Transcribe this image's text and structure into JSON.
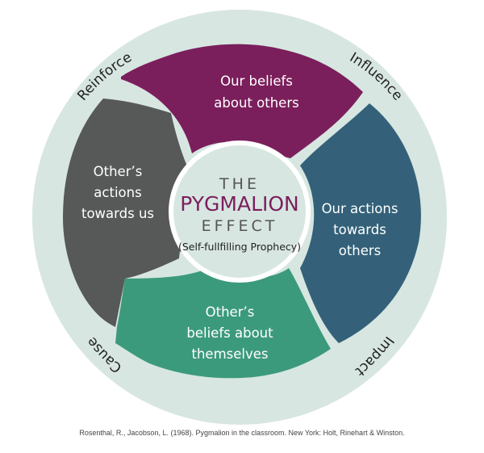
{
  "colors": {
    "ring": "#d7e6e1",
    "beliefs": "#7b1f5c",
    "actions": "#346179",
    "self_beliefs": "#3c9a7c",
    "others_actions": "#575959",
    "center_fill": "#d7e6e1",
    "title_accent": "#7b1f5c"
  },
  "center": {
    "line1": "THE",
    "line2": "PYGMALION",
    "line3": "EFFECT",
    "subtitle": "(Self-fullfilling Prophecy)"
  },
  "segments": {
    "top": [
      "Our beliefs",
      "about others"
    ],
    "right": [
      "Our actions",
      "towards",
      "others"
    ],
    "bottom": [
      "Other’s",
      "beliefs about",
      "themselves"
    ],
    "left": [
      "Other’s",
      "actions",
      "towards us"
    ]
  },
  "ring_labels": {
    "reinforce": "Reinforce",
    "influence": "Influence",
    "impact": "Impact",
    "cause": "Cause"
  },
  "citation": "Rosenthal, R., Jacobson, L. (1968). Pygmalion in the classroom. New York: Holt, Rinehart & Winston."
}
